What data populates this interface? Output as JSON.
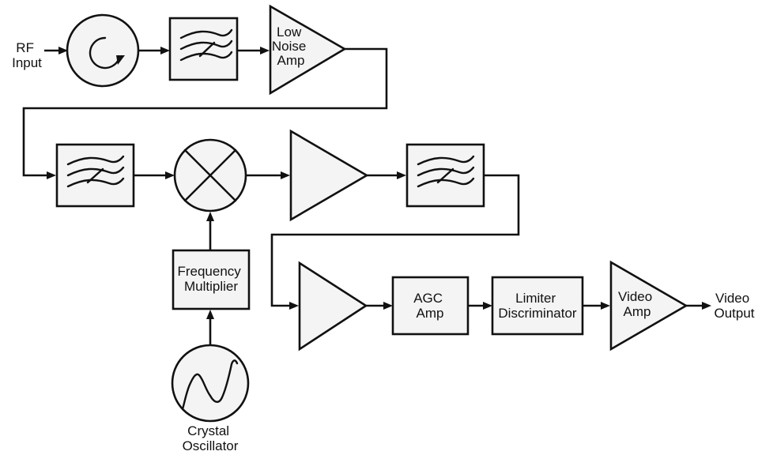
{
  "labels": {
    "rf_input": [
      "RF",
      "Input"
    ],
    "low_noise_amp": [
      "Low",
      "Noise",
      "Amp"
    ],
    "frequency_multiplier": [
      "Frequency",
      "Multiplier"
    ],
    "crystal_oscillator": [
      "Crystal",
      "Oscillator"
    ],
    "agc_amp": [
      "AGC",
      "Amp"
    ],
    "limiter_discriminator": [
      "Limiter",
      "Discriminator"
    ],
    "video_amp": [
      "Video",
      "Amp"
    ],
    "video_output": [
      "Video",
      "Output"
    ]
  },
  "icons": {
    "circulator": "circulator-icon",
    "filter": "bandpass-filter-icon",
    "mixer": "mixer-icon",
    "oscillator": "sine-wave-icon",
    "amplifier": "amplifier-triangle-icon"
  },
  "colors": {
    "stroke": "#111111",
    "block_fill": "#f4f4f4",
    "background": "#ffffff"
  }
}
